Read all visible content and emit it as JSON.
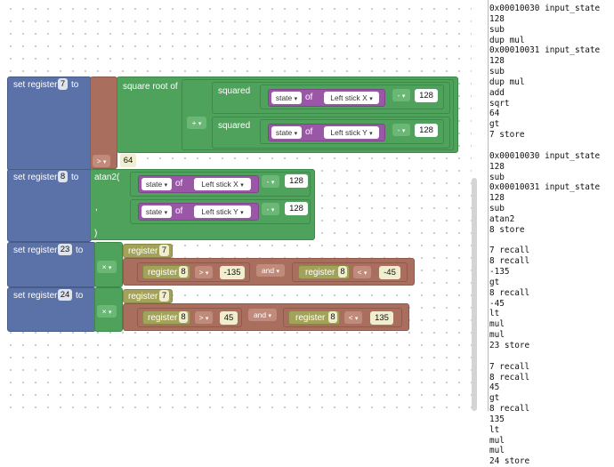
{
  "blocks": {
    "set_register_label": "set register",
    "to_label": "to",
    "reg7_num": "7",
    "reg8_num": "8",
    "reg23_num": "23",
    "reg24_num": "24",
    "sqrt_label": "square root of",
    "squared_label": "squared",
    "state_label": "state",
    "of_label": "of",
    "left_x": "Left stick X",
    "left_y": "Left stick Y",
    "minus_op": "-",
    "plus_op": "+",
    "gt_op": ">",
    "lt_op": "<",
    "times_op": "×",
    "and_label": "and",
    "register_label": "register",
    "atan2_label": "atan2(",
    "comma_label": ",",
    "paren_close": ")",
    "v128": "128",
    "v64": "64",
    "v7": "7",
    "v8": "8",
    "vneg135": "-135",
    "vneg45": "-45",
    "v45": "45",
    "v135": "135"
  },
  "code_panel": {
    "text": "0x00010030 input_state\n128\nsub\ndup mul\n0x00010031 input_state\n128\nsub\ndup mul\nadd\nsqrt\n64\ngt\n7 store\n\n0x00010030 input_state\n128\nsub\n0x00010031 input_state\n128\nsub\natan2\n8 store\n\n7 recall\n8 recall\n-135\ngt\n8 recall\n-45\nlt\nmul\nmul\n23 store\n\n7 recall\n8 recall\n45\ngt\n8 recall\n135\nlt\nmul\nmul\n24 store"
  },
  "colors": {
    "set_block": "#5b72a8",
    "compare_block": "#a96e5d",
    "math_block": "#4fa25b",
    "input_block": "#9b57a7",
    "register_value_block": "#a3a25a"
  }
}
